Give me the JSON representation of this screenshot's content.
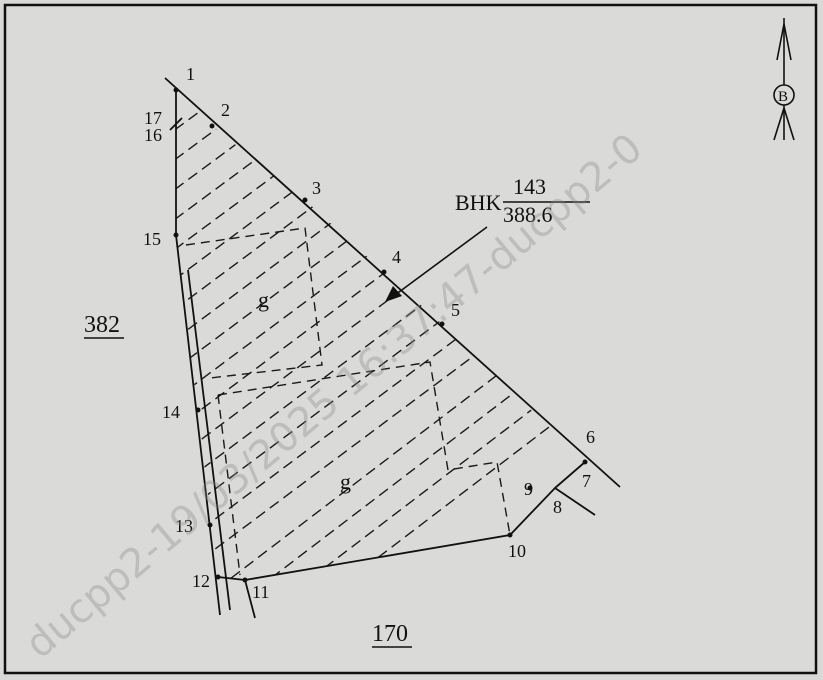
{
  "map": {
    "parcel_number": "382",
    "parcel_south": "170",
    "top_partial_label": "..."
  },
  "annotation": {
    "prefix": "BHK",
    "numerator": "143",
    "denominator": "388.6"
  },
  "zone_label": "g",
  "north_arrow_letter": "B",
  "vertices": [
    "1",
    "2",
    "3",
    "4",
    "5",
    "6",
    "7",
    "8",
    "9",
    "10",
    "11",
    "12",
    "13",
    "14",
    "15",
    "16",
    "17"
  ],
  "watermark": "ducpp2-19/03/2025 16:37:47-ducpp2-0"
}
